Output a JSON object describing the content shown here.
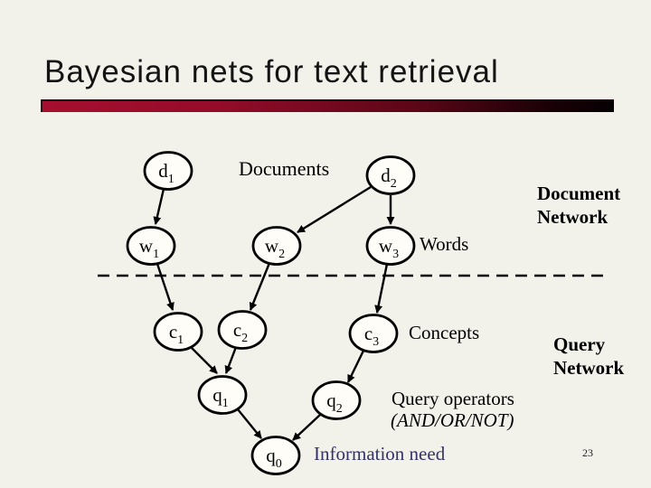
{
  "slide": {
    "title": "Bayesian nets for text retrieval",
    "page_number": "23",
    "background_color": "#f2f1ea",
    "accent_bar_colors": {
      "left": "#a60e2f",
      "right": "#050002"
    }
  },
  "diagram": {
    "nodes": [
      {
        "id": "d1",
        "base": "d",
        "sub": "1"
      },
      {
        "id": "d2",
        "base": "d",
        "sub": "2"
      },
      {
        "id": "w1",
        "base": "w",
        "sub": "1"
      },
      {
        "id": "w2",
        "base": "w",
        "sub": "2"
      },
      {
        "id": "w3",
        "base": "w",
        "sub": "3"
      },
      {
        "id": "c1",
        "base": "c",
        "sub": "1"
      },
      {
        "id": "c2",
        "base": "c",
        "sub": "2"
      },
      {
        "id": "c3",
        "base": "c",
        "sub": "3"
      },
      {
        "id": "q1",
        "base": "q",
        "sub": "1"
      },
      {
        "id": "q2",
        "base": "q",
        "sub": "2"
      },
      {
        "id": "q0",
        "base": "q",
        "sub": "0"
      }
    ],
    "edges": [
      "d1->w1",
      "d2->w2",
      "d2->w3",
      "w1->c1",
      "w2->c2",
      "w3->c3",
      "c1->q1",
      "c2->q1",
      "c3->q2",
      "q1->q0",
      "q2->q0"
    ],
    "labels": {
      "documents": "Documents",
      "document_network": "Document Network",
      "words": "Words",
      "concepts": "Concepts",
      "query_network": "Query Network",
      "query_operators": "Query operators",
      "query_operators_detail": "(AND/OR/NOT)",
      "information_need": "Information need"
    },
    "colors": {
      "node_fill": "#fefdf7",
      "node_stroke": "#000000",
      "information_need_text": "#333366"
    }
  }
}
